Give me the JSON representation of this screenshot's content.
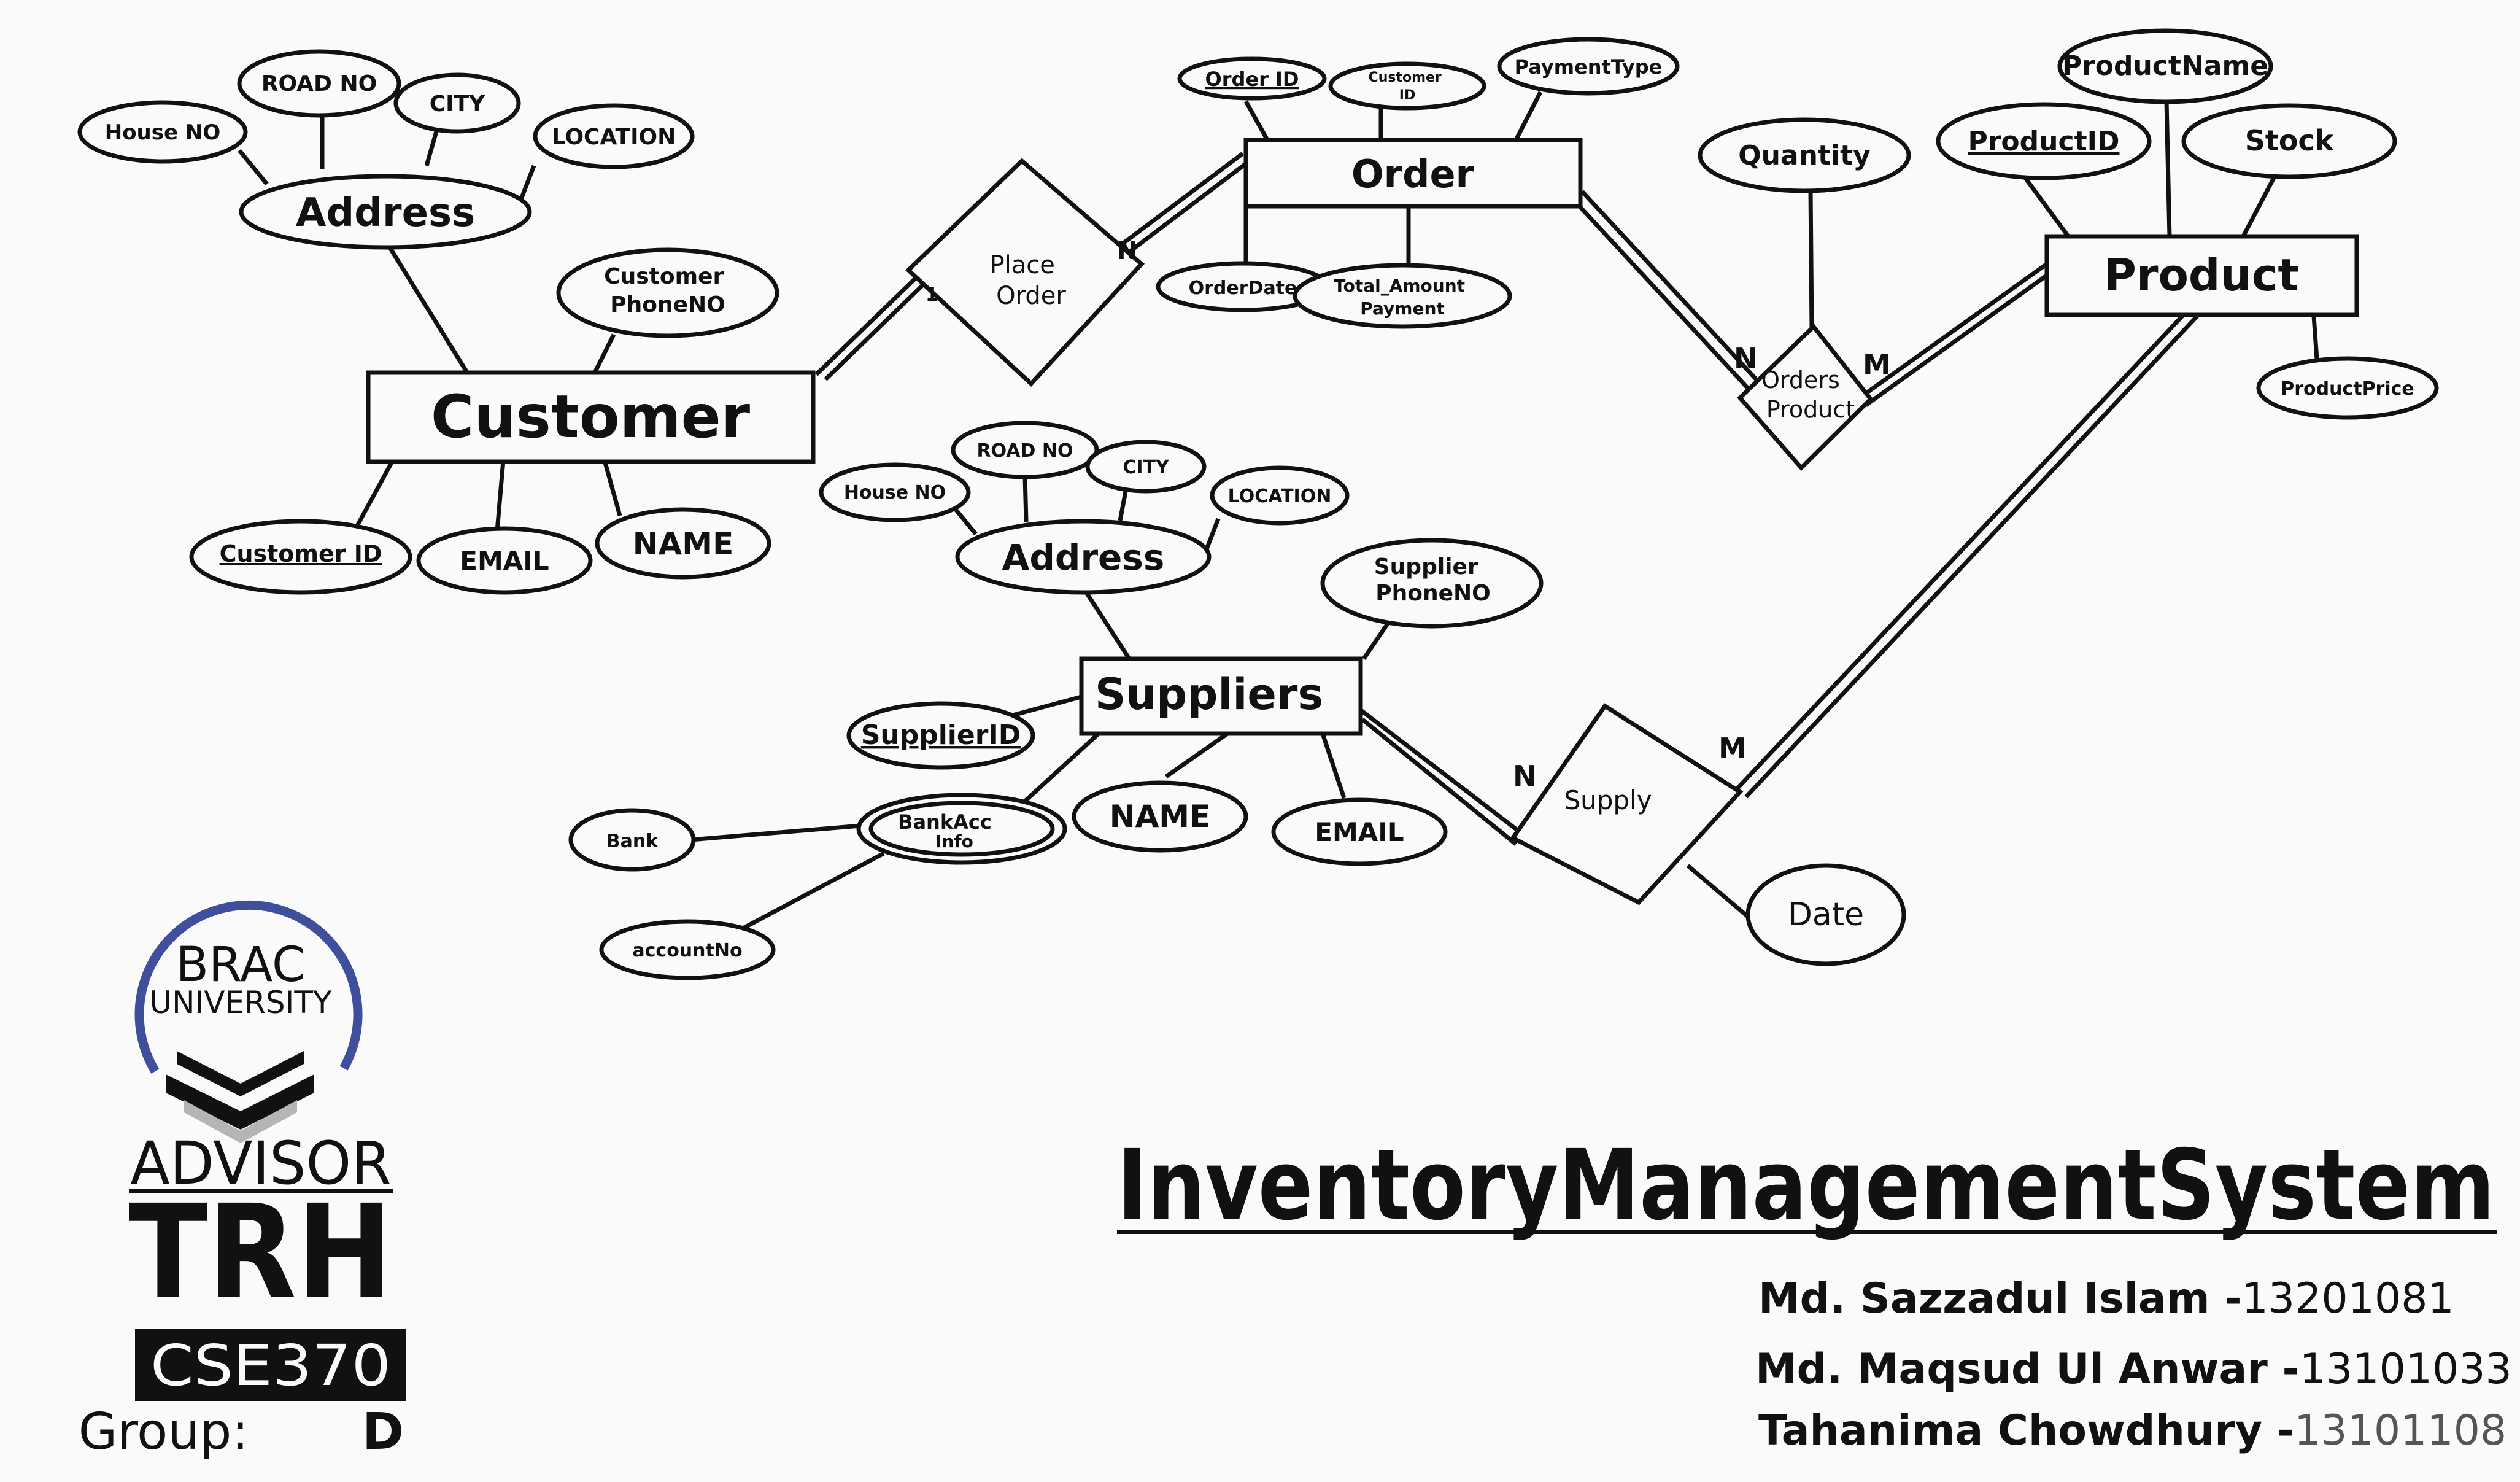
{
  "diagram": {
    "entities": {
      "customer": "Customer",
      "order": "Order",
      "product": "Product",
      "suppliers": "Suppliers"
    },
    "relationships": {
      "place_order": [
        "Place",
        "Order"
      ],
      "orders_product": [
        "Orders",
        "Product"
      ],
      "supply": "Supply"
    },
    "cardinalities": {
      "place_order_customer": "1",
      "place_order_order": "N",
      "orders_product_order": "N",
      "orders_product_product": "M",
      "supply_suppliers": "N",
      "supply_product": "M"
    },
    "attributes": {
      "customer_address": "Address",
      "customer_house_no": "House NO",
      "customer_road_no": "ROAD NO",
      "customer_city": "CITY",
      "customer_location": "LOCATION",
      "customer_phone": [
        "Customer",
        "PhoneNO"
      ],
      "customer_id": "Customer ID",
      "customer_email": "EMAIL",
      "customer_name": "NAME",
      "order_id": "Order ID",
      "order_customer_id": [
        "Customer",
        "ID"
      ],
      "order_payment_type": "PaymentType",
      "order_date": "OrderDate",
      "order_total": [
        "Total_Amount",
        "Payment"
      ],
      "quantity": "Quantity",
      "product_name": "ProductName",
      "product_id": "ProductID",
      "product_stock": "Stock",
      "product_price": "ProductPrice",
      "supplier_address": "Address",
      "supplier_house_no": "House NO",
      "supplier_road_no": "ROAD NO",
      "supplier_city": "CITY",
      "supplier_location": "LOCATION",
      "supplier_phone": [
        "Supplier",
        "PhoneNO"
      ],
      "supplier_id": "SupplierID",
      "bank_acc_info": [
        "BankAcc",
        "Info"
      ],
      "bank": "Bank",
      "account_no": "accountNo",
      "supplier_name": "NAME",
      "supplier_email": "EMAIL",
      "supply_date": "Date"
    }
  },
  "logo": {
    "university_line1": "BRAC",
    "university_line2": "UNIVERSITY",
    "colors": {
      "arc": "#3f4f9c",
      "chevron_dark": "#111111",
      "chevron_light": "#b5b5b5"
    }
  },
  "advisor": {
    "label": "ADVISOR",
    "initials": "TRH",
    "course": "CSE370",
    "group_label": "Group:",
    "group_value": "D"
  },
  "project": {
    "title": "InventoryManagementSystem",
    "members": [
      {
        "name": "Md. Sazzadul Islam -",
        "id": "13201081"
      },
      {
        "name": "Md. Maqsud Ul Anwar -",
        "id": "13101033"
      },
      {
        "name": "Tahanima Chowdhury -",
        "id": "13101108"
      }
    ]
  }
}
